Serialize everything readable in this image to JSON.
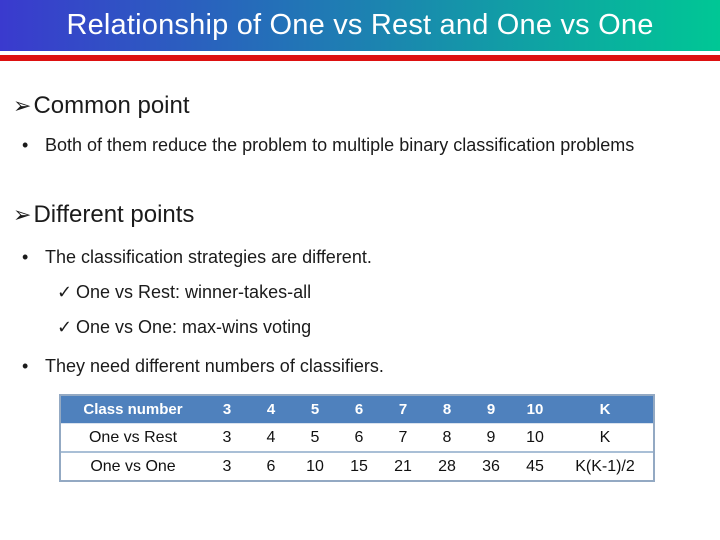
{
  "title": "Relationship of One vs Rest and One vs One",
  "glyphs": {
    "heading_bullet": "➢",
    "list_bullet": "•",
    "check_bullet": "✓"
  },
  "content": {
    "section1_heading": "Common point",
    "bullet1": "Both of them reduce the problem to multiple binary classification problems",
    "section2_heading": "Different points",
    "bullet2": "The classification strategies are different.",
    "check_items": [
      "One vs Rest: winner-takes-all",
      "One vs One: max-wins voting"
    ],
    "bullet3": "They need different numbers of classifiers."
  },
  "table": {
    "header": [
      "Class number",
      "3",
      "4",
      "5",
      "6",
      "7",
      "8",
      "9",
      "10",
      "K"
    ],
    "rows": [
      [
        "One vs Rest",
        "3",
        "4",
        "5",
        "6",
        "7",
        "8",
        "9",
        "10",
        "K"
      ],
      [
        "One vs One",
        "3",
        "6",
        "10",
        "15",
        "21",
        "28",
        "36",
        "45",
        "K(K-1)/2"
      ]
    ]
  },
  "colors": {
    "title_gradient_left": "#3a3ace",
    "title_gradient_right": "#00c795",
    "divider_red": "#dd1111",
    "table_header_bg": "#4f81bd",
    "table_header_text": "#ffffff",
    "table_border": "#a9bfd6"
  }
}
